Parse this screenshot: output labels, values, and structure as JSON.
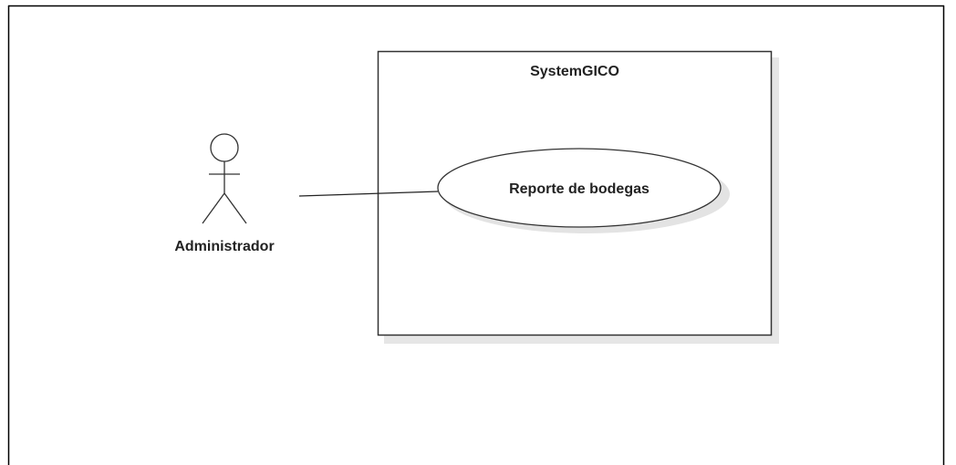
{
  "diagram": {
    "system": {
      "name": "SystemGICO"
    },
    "actor": {
      "name": "Administrador"
    },
    "use_case": {
      "name": "Reporte de bodegas"
    },
    "colors": {
      "stroke": "#333333",
      "shadow": "#e6e6e6",
      "fill": "#ffffff",
      "text": "#222222"
    }
  }
}
